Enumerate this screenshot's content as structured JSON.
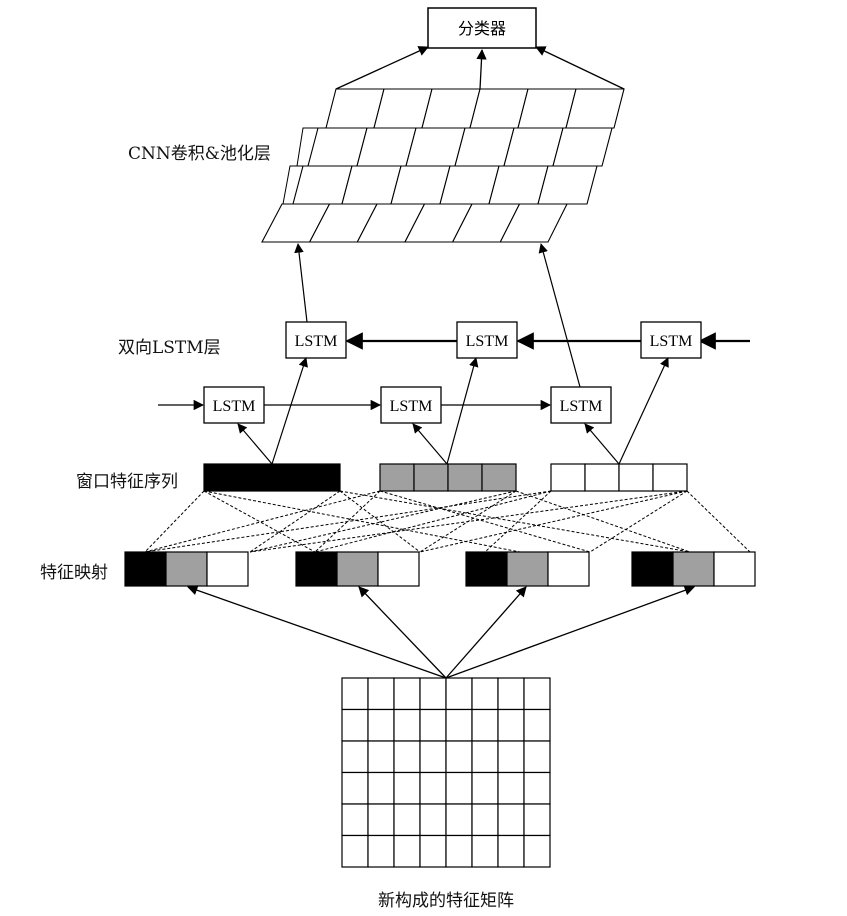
{
  "classifier": {
    "label": "分类器"
  },
  "labels": {
    "cnn_layer": "CNN卷积&池化层",
    "bilstm_layer": "双向LSTM层",
    "window_seq": "窗口特征序列",
    "feature_map": "特征映射",
    "matrix": "新构成的特征矩阵"
  },
  "lstm": {
    "backward": [
      "LSTM",
      "LSTM",
      "LSTM"
    ],
    "forward": [
      "LSTM",
      "LSTM",
      "LSTM"
    ]
  },
  "colors": {
    "black": "#000000",
    "gray": "#a0a0a0",
    "white": "#ffffff",
    "line": "#000000"
  },
  "window_sequences": [
    {
      "fill": "black",
      "cells": 1
    },
    {
      "fill": "gray",
      "cells": 4
    },
    {
      "fill": "white",
      "cells": 4
    }
  ],
  "feature_maps": [
    {
      "cells": [
        "black",
        "gray",
        "white"
      ]
    },
    {
      "cells": [
        "black",
        "gray",
        "white"
      ]
    },
    {
      "cells": [
        "black",
        "gray",
        "white"
      ]
    },
    {
      "cells": [
        "black",
        "gray",
        "white"
      ]
    }
  ],
  "matrix": {
    "rows": 6,
    "cols": 8
  },
  "cnn_grid": {
    "rows": 4,
    "cols": 6,
    "stacked_layers": 4
  }
}
